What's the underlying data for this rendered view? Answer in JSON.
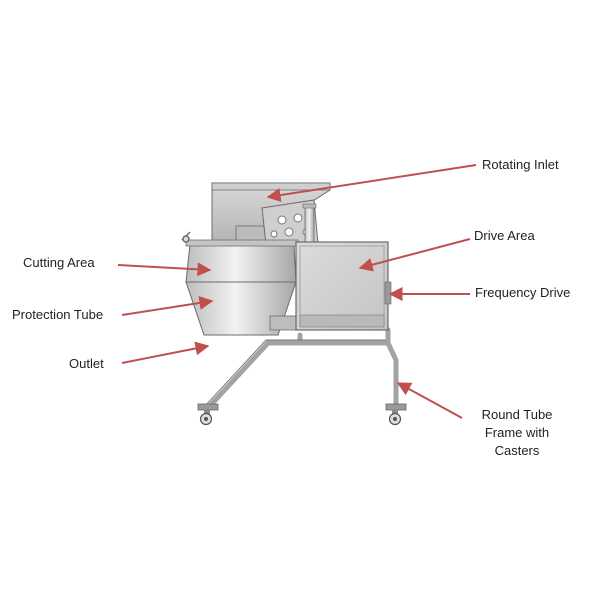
{
  "labels": {
    "rotating_inlet": "Rotating Inlet",
    "drive_area": "Drive Area",
    "frequency_drive": "Frequency Drive",
    "cutting_area": "Cutting Area",
    "protection_tube": "Protection Tube",
    "outlet": "Outlet",
    "frame_line1": "Round Tube",
    "frame_line2": "Frame with",
    "frame_line3": "Casters"
  },
  "colors": {
    "arrow": "#c0504d",
    "steel_light": "#e6e6e6",
    "steel_mid": "#c9c9c9",
    "steel_dark": "#8c8c8c",
    "outline": "#6b6b6b"
  }
}
